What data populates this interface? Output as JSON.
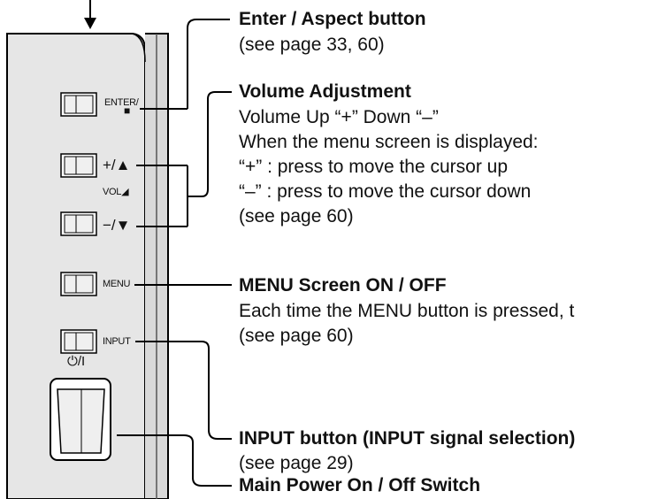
{
  "panel_labels": {
    "enter_line1": "ENTER/",
    "enter_line2": "■",
    "plus_up": "+/▲",
    "vol": "VOL◢",
    "minus_down": "−/▼",
    "menu": "MENU",
    "input": "INPUT",
    "power": "⏻/I"
  },
  "callouts": {
    "enter": {
      "title": "Enter / Aspect button",
      "lines": [
        "(see page 33, 60)"
      ]
    },
    "volume": {
      "title": "Volume Adjustment",
      "lines": [
        "Volume Up “+” Down “–”",
        "When the menu screen is displayed:",
        "“+” : press to move the cursor up",
        "“–” : press to move the cursor down",
        "(see page 60)"
      ]
    },
    "menu": {
      "title": "MENU Screen ON / OFF",
      "lines": [
        "Each time the MENU button is pressed, t",
        "(see page 60)"
      ]
    },
    "input": {
      "title": "INPUT button (INPUT signal selection)",
      "lines": [
        "(see page 29)"
      ]
    },
    "power": {
      "title": "Main Power On / Off Switch",
      "lines": []
    }
  }
}
